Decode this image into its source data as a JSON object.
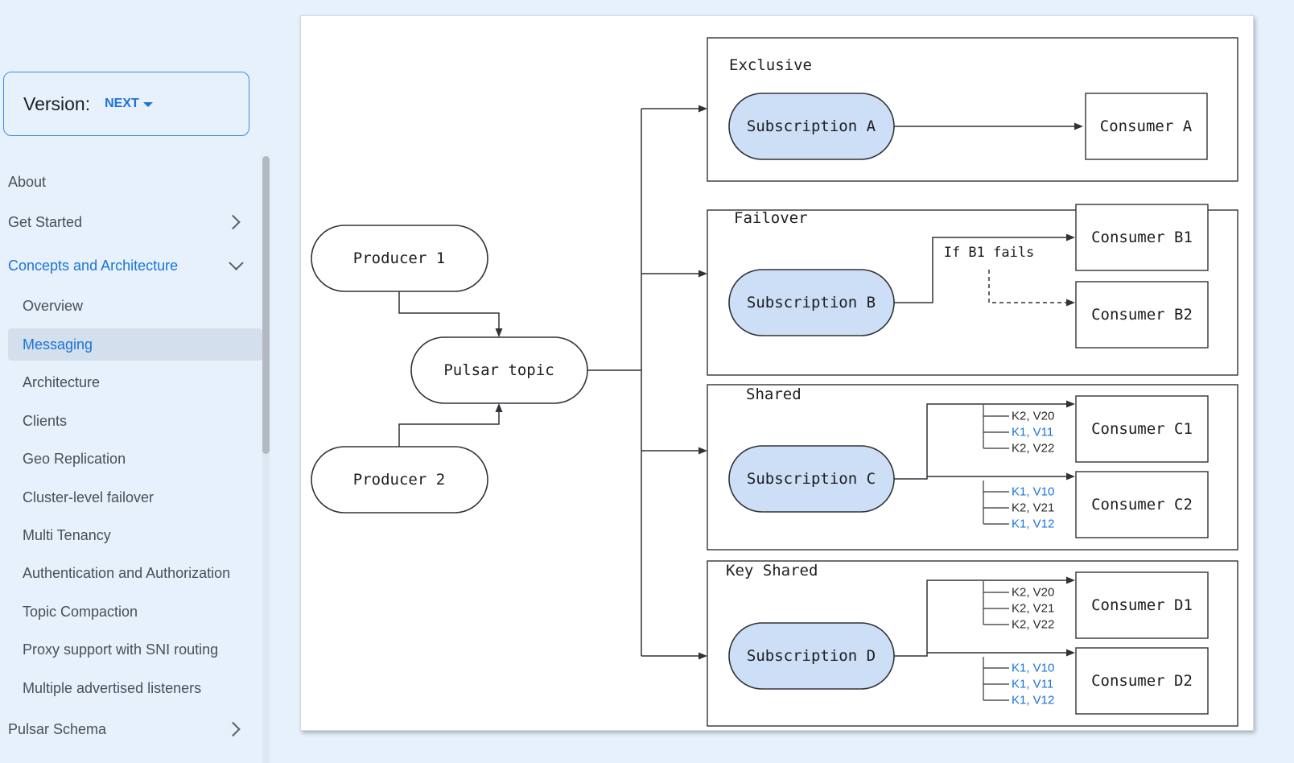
{
  "version": {
    "label": "Version:",
    "value": "NEXT"
  },
  "sidebar": {
    "items": [
      {
        "label": "About",
        "level": "top",
        "arrow": "none",
        "state": ""
      },
      {
        "label": "Get Started",
        "level": "top",
        "arrow": "right",
        "state": ""
      },
      {
        "label": "Concepts and Architecture",
        "level": "top",
        "arrow": "down",
        "state": "expanded"
      },
      {
        "label": "Overview",
        "level": "sub",
        "arrow": "none",
        "state": ""
      },
      {
        "label": "Messaging",
        "level": "sub",
        "arrow": "none",
        "state": "active"
      },
      {
        "label": "Architecture",
        "level": "sub",
        "arrow": "none",
        "state": ""
      },
      {
        "label": "Clients",
        "level": "sub",
        "arrow": "none",
        "state": ""
      },
      {
        "label": "Geo Replication",
        "level": "sub",
        "arrow": "none",
        "state": ""
      },
      {
        "label": "Cluster-level failover",
        "level": "sub",
        "arrow": "none",
        "state": ""
      },
      {
        "label": "Multi Tenancy",
        "level": "sub",
        "arrow": "none",
        "state": ""
      },
      {
        "label": "Authentication and Authorization",
        "level": "sub",
        "arrow": "none",
        "state": ""
      },
      {
        "label": "Topic Compaction",
        "level": "sub",
        "arrow": "none",
        "state": ""
      },
      {
        "label": "Proxy support with SNI routing",
        "level": "sub",
        "arrow": "none",
        "state": ""
      },
      {
        "label": "Multiple advertised listeners",
        "level": "sub",
        "arrow": "none",
        "state": ""
      },
      {
        "label": "Pulsar Schema",
        "level": "top",
        "arrow": "right",
        "state": ""
      }
    ]
  },
  "colors": {
    "accent": "#1a73d9",
    "subscription_fill": "#cddff7",
    "key_blue": "#1a73d9",
    "key_black": "#2b2b2b",
    "line": "#2f3338"
  },
  "diagram": {
    "producers": [
      "Producer 1",
      "Producer 2"
    ],
    "topic": "Pulsar topic",
    "groups": [
      {
        "title": "Exclusive",
        "subscription": "Subscription A",
        "consumers": [
          {
            "name": "Consumer A",
            "keys": []
          }
        ]
      },
      {
        "title": "Failover",
        "subscription": "Subscription B",
        "note": "If B1 fails",
        "consumers": [
          {
            "name": "Consumer B1",
            "keys": []
          },
          {
            "name": "Consumer B2",
            "keys": []
          }
        ]
      },
      {
        "title": "Shared",
        "subscription": "Subscription C",
        "consumers": [
          {
            "name": "Consumer C1",
            "keys": [
              {
                "text": "K2, V20",
                "tone": "black"
              },
              {
                "text": "K1, V11",
                "tone": "blue"
              },
              {
                "text": "K2, V22",
                "tone": "black"
              }
            ]
          },
          {
            "name": "Consumer C2",
            "keys": [
              {
                "text": "K1, V10",
                "tone": "blue"
              },
              {
                "text": "K2, V21",
                "tone": "black"
              },
              {
                "text": "K1, V12",
                "tone": "blue"
              }
            ]
          }
        ]
      },
      {
        "title": "Key Shared",
        "subscription": "Subscription D",
        "consumers": [
          {
            "name": "Consumer D1",
            "keys": [
              {
                "text": "K2, V20",
                "tone": "black"
              },
              {
                "text": "K2, V21",
                "tone": "black"
              },
              {
                "text": "K2, V22",
                "tone": "black"
              }
            ]
          },
          {
            "name": "Consumer D2",
            "keys": [
              {
                "text": "K1, V10",
                "tone": "blue"
              },
              {
                "text": "K1, V11",
                "tone": "blue"
              },
              {
                "text": "K1, V12",
                "tone": "blue"
              }
            ]
          }
        ]
      }
    ]
  }
}
